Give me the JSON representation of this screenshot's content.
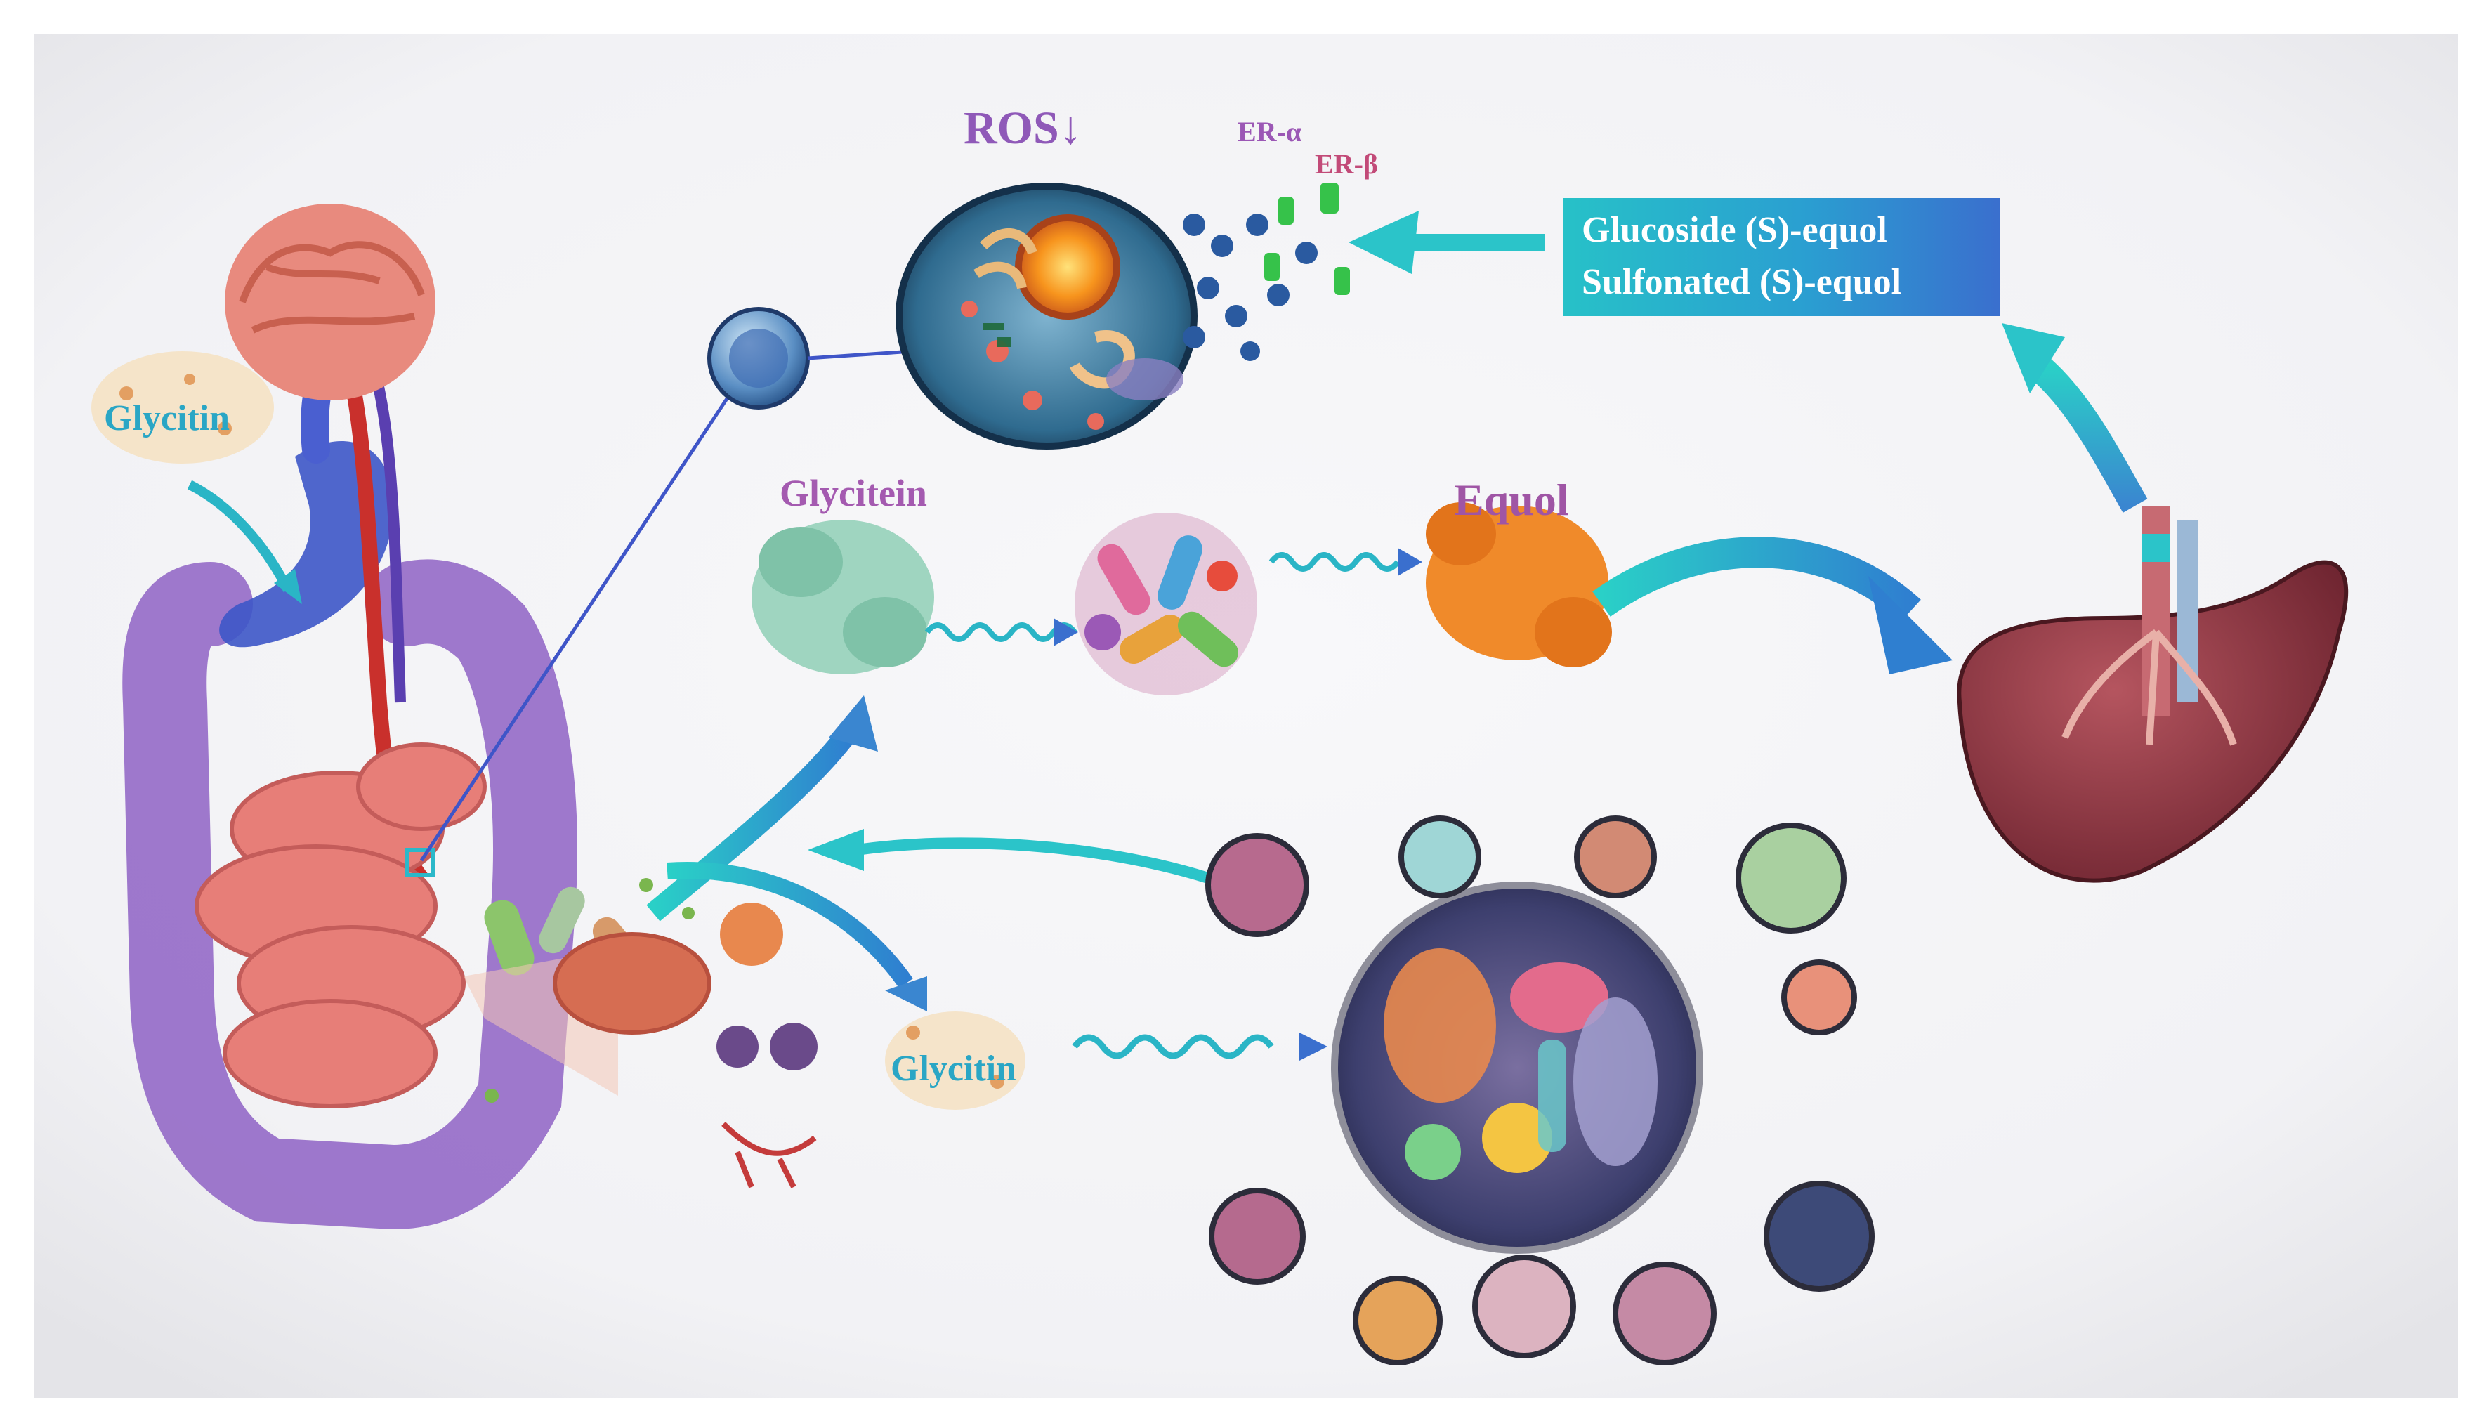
{
  "labels": {
    "ros": "ROS↓",
    "er_alpha": "ER-α",
    "er_beta": "ER-β",
    "glycitein": "Glycitein",
    "equol": "Equol",
    "glycitin_top": "Glycitin",
    "glycitin_bottom": "Glycitin"
  },
  "products_box": {
    "line1": "Glucoside (S)-equol",
    "line2": "Sulfonated (S)-equol"
  },
  "colors": {
    "accent_teal": "#2bc4c9",
    "accent_blue": "#3a6fce",
    "purple_text": "#9b57b5",
    "glycitin_text": "#2aa6c5"
  }
}
